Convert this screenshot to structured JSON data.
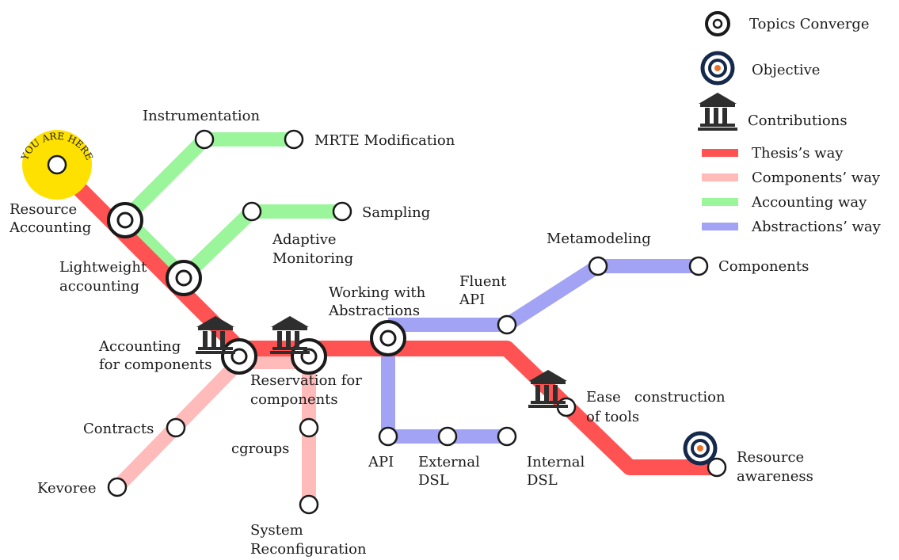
{
  "colors": {
    "thesis": "#ff5252",
    "components": "#ffbaba",
    "accounting": "#9bf59b",
    "abstractions": "#a3a3f5",
    "station_fill": "#ffffff",
    "station_stroke": "#1a1a1a",
    "objective_ring": "#15294b",
    "objective_dot": "#e8742c",
    "you_are_here": "#ffe100",
    "museum": "#2e2e2e"
  },
  "you_are_here": {
    "text": "YOU ARE HERE"
  },
  "legend": {
    "items": [
      {
        "kind": "converge",
        "label": "Topics Converge"
      },
      {
        "kind": "objective",
        "label": "Objective"
      },
      {
        "kind": "contribution",
        "icon": "museum-icon",
        "label": "Contributions"
      },
      {
        "kind": "line",
        "line": "thesis",
        "label": "Thesis’s way"
      },
      {
        "kind": "line",
        "line": "components",
        "label": "Components’ way"
      },
      {
        "kind": "line",
        "line": "accounting",
        "label": "Accounting way"
      },
      {
        "kind": "line",
        "line": "abstractions",
        "label": "Abstractions’ way"
      }
    ]
  },
  "labels": {
    "instrumentation": [
      "Instrumentation"
    ],
    "mrte_modification": [
      "MRTE Modification"
    ],
    "resource_accounting": [
      "Resource",
      "Accounting"
    ],
    "sampling": [
      "Sampling"
    ],
    "adaptive_monitoring": [
      "Adaptive",
      "Monitoring"
    ],
    "lightweight_accounting": [
      "Lightweight",
      "accounting"
    ],
    "accounting_for_components": [
      "Accounting",
      "for components"
    ],
    "reservation_for_components": [
      "Reservation for",
      "components"
    ],
    "working_with_abstractions": [
      "Working with",
      "Abstractions"
    ],
    "fluent_api": [
      "Fluent",
      "API"
    ],
    "metamodeling": [
      "Metamodeling"
    ],
    "components": [
      "Components"
    ],
    "ease_construction_of_tools": [
      "Ease   construction",
      "of tools"
    ],
    "resource_awareness": [
      "Resource",
      "awareness"
    ],
    "contracts": [
      "Contracts"
    ],
    "kevoree": [
      "Kevoree"
    ],
    "cgroups": [
      "cgroups"
    ],
    "system_reconfiguration": [
      "System",
      "Reconfiguration"
    ],
    "api": [
      "API"
    ],
    "external_dsl": [
      "External",
      "DSL"
    ],
    "internal_dsl": [
      "Internal",
      "DSL"
    ]
  }
}
